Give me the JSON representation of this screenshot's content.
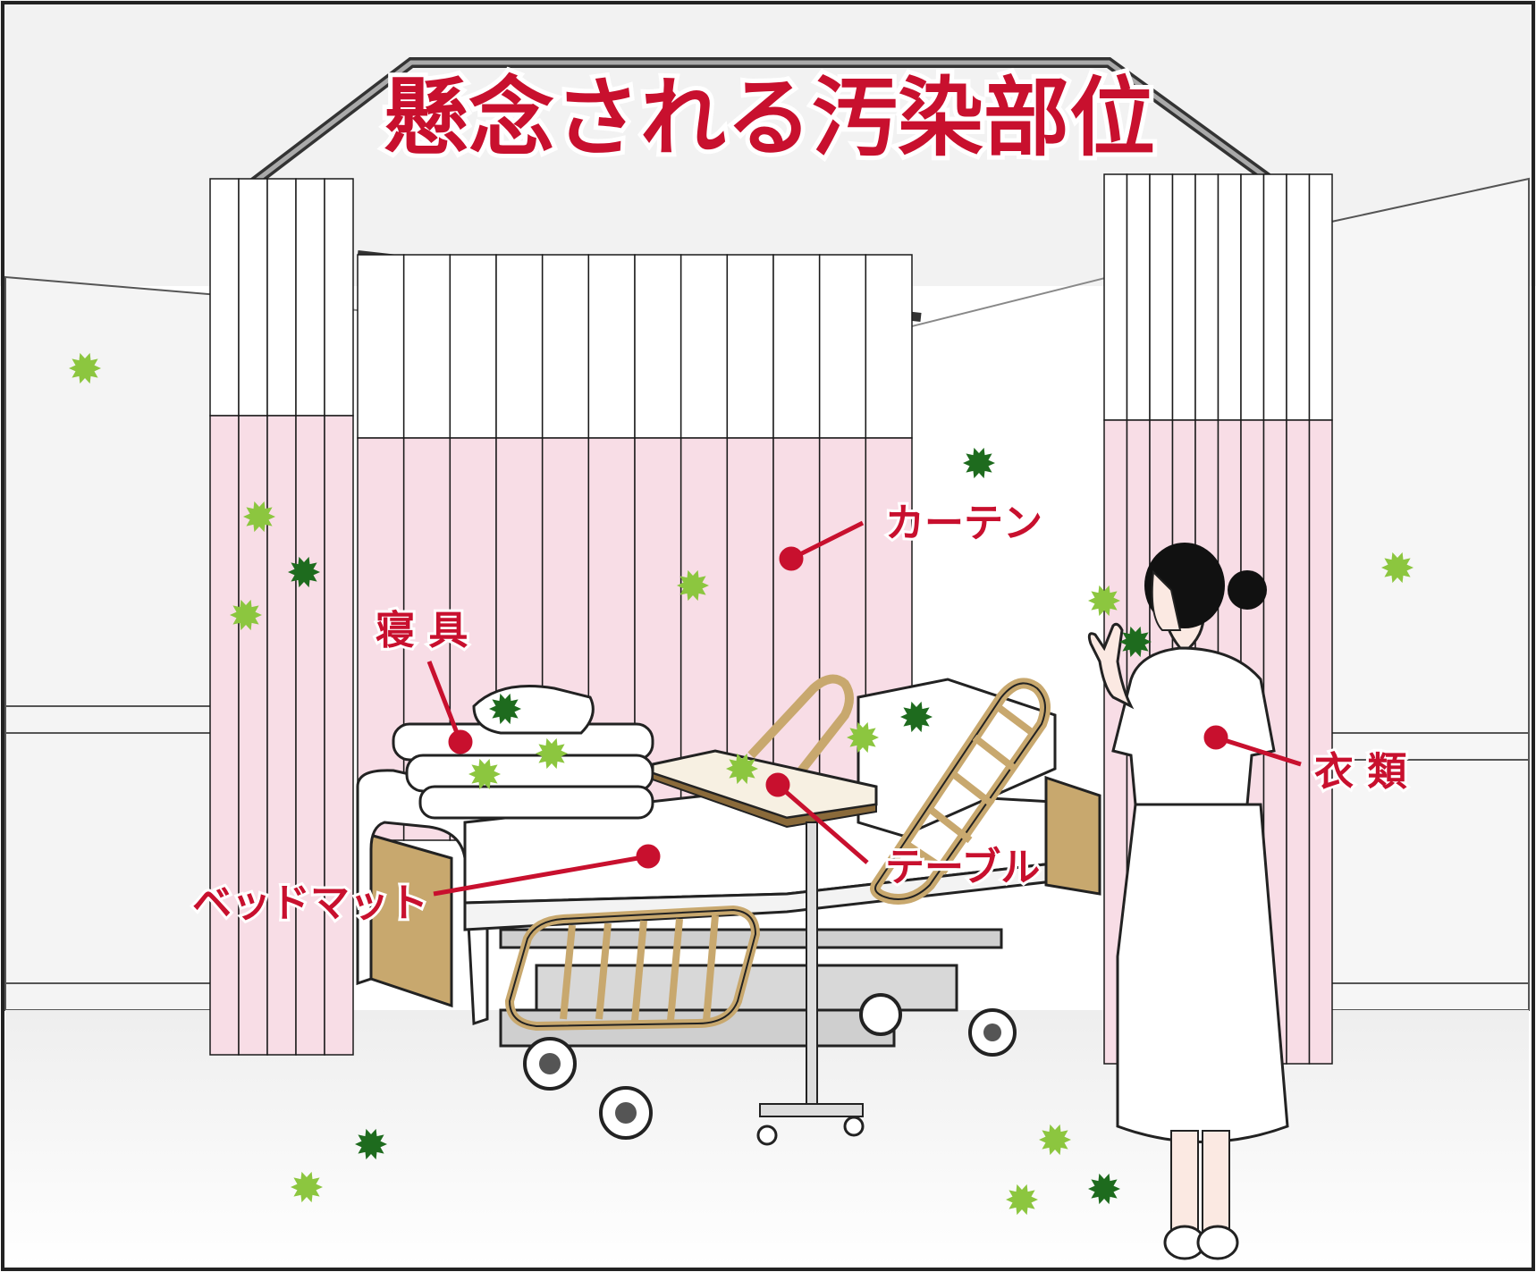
{
  "title": "懸念される汚染部位",
  "labels": {
    "curtain": "カーテン",
    "bedding": "寝 具",
    "mattress": "ベッドマット",
    "table": "テーブル",
    "clothing": "衣 類"
  },
  "colors": {
    "label_red": "#c8102e",
    "germ_light": "#8cc63f",
    "germ_dark": "#1e6b1e",
    "curtain_pink": "#f8dde6",
    "bed_tan": "#c8a86e",
    "line": "#1a1a1a"
  }
}
